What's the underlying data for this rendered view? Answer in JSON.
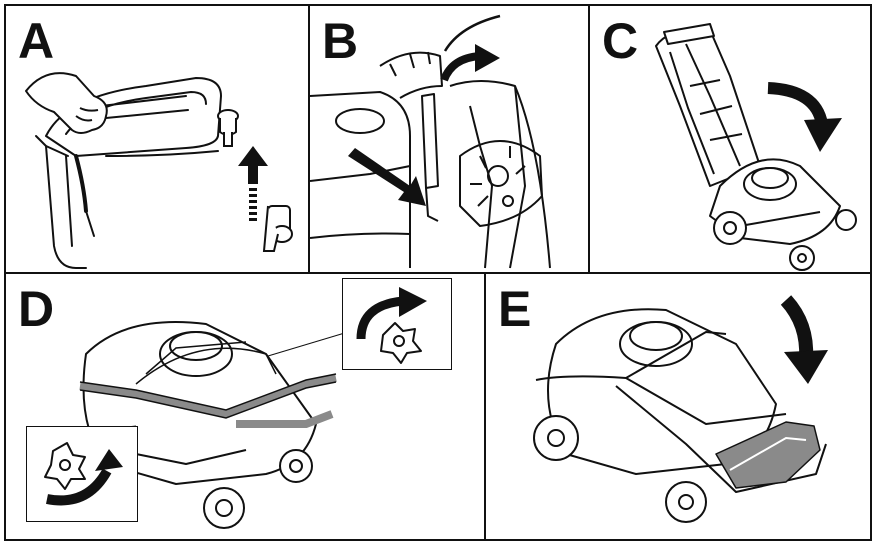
{
  "panels": {
    "a": {
      "letter": "A"
    },
    "b": {
      "letter": "B"
    },
    "c": {
      "letter": "C"
    },
    "d": {
      "letter": "D"
    },
    "e": {
      "letter": "E"
    }
  },
  "colors": {
    "line": "#111111",
    "handle_gray": "#8a8a8a",
    "fill": "#ffffff"
  },
  "icons": [
    "hand-icon",
    "knob-icon",
    "arrow-up-icon",
    "rotate-arrow-icon",
    "fold-arrow-icon",
    "mower-icon"
  ]
}
